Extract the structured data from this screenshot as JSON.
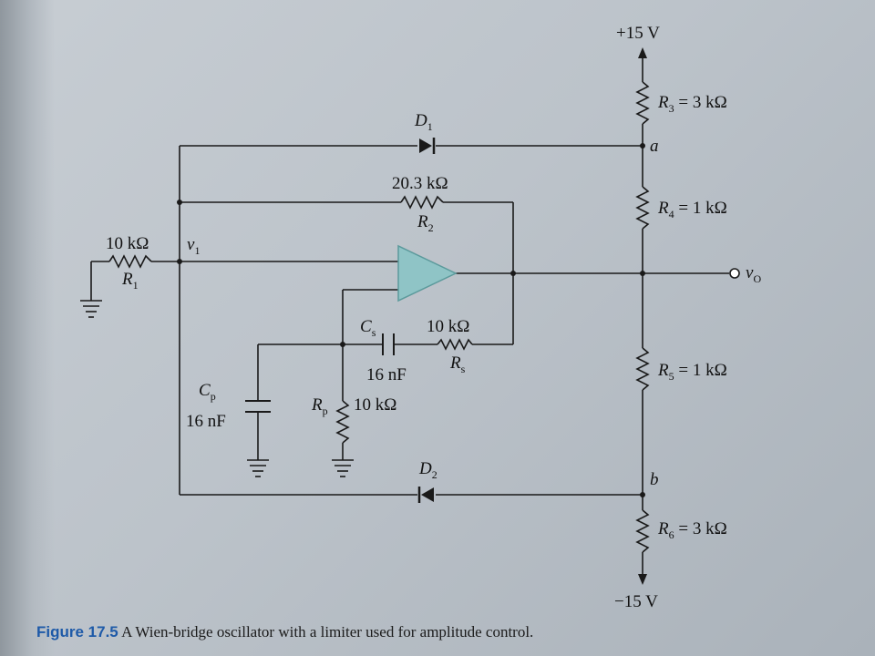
{
  "diagram": {
    "supply_pos": "+15 V",
    "supply_neg": "−15 V",
    "r3": "3 kΩ",
    "r4": "1 kΩ",
    "r5": "1 kΩ",
    "r6": "3 kΩ",
    "node_a": "a",
    "node_b": "b",
    "d1": "D",
    "d1_sub": "1",
    "d2": "D",
    "d2_sub": "2",
    "r2_value": "20.3 kΩ",
    "r2_name": "R",
    "r2_sub": "2",
    "r1_value": "10 kΩ",
    "r1_name": "R",
    "r1_sub": "1",
    "v1": "v",
    "v1_sub": "1",
    "vo": "v",
    "vo_sub": "O",
    "cs_name": "C",
    "cs_sub": "s",
    "cs_value": "16 nF",
    "rs_value": "10 kΩ",
    "rs_name": "R",
    "rs_sub": "s",
    "cp_name": "C",
    "cp_sub": "p",
    "cp_value": "16 nF",
    "rp_name": "R",
    "rp_sub": "p",
    "rp_value": "10 kΩ"
  },
  "caption": {
    "figure": "Figure 17.5",
    "text": "A Wien-bridge oscillator with a limiter used for amplitude control."
  }
}
